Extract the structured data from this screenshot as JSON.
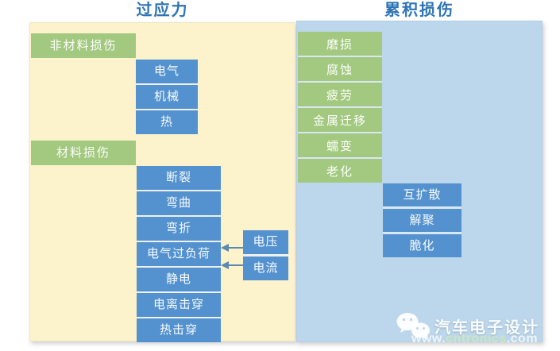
{
  "titles": {
    "left": "过应力",
    "right": "累积损伤"
  },
  "colors": {
    "title_text": "#2E74B5",
    "overstress_panel": "#FCF2CC",
    "wearout_panel": "#BCD6EB",
    "category_green": "#A2C97F",
    "item_blue": "#5492CF",
    "arrow": "#5D89AD"
  },
  "left_panel": {
    "non_material_label": "非材料损伤",
    "non_material_items": [
      "电气",
      "机械",
      "热"
    ],
    "material_label": "材料损伤",
    "material_items": [
      "断裂",
      "弯曲",
      "弯折",
      "电气过负荷",
      "静电",
      "电离击穿",
      "热击穿"
    ],
    "overload_sources": [
      "电压",
      "电流"
    ]
  },
  "right_panel": {
    "wear_items": [
      "磨损",
      "腐蚀",
      "疲劳",
      "金属迁移",
      "蠕变",
      "老化"
    ],
    "sub_items": [
      "互扩散",
      "解聚",
      "脆化"
    ]
  },
  "watermark": {
    "brand": "汽车电子设计",
    "url_prefix": "www.",
    "url_name": "cntronics",
    "url_suffix": ".com"
  }
}
